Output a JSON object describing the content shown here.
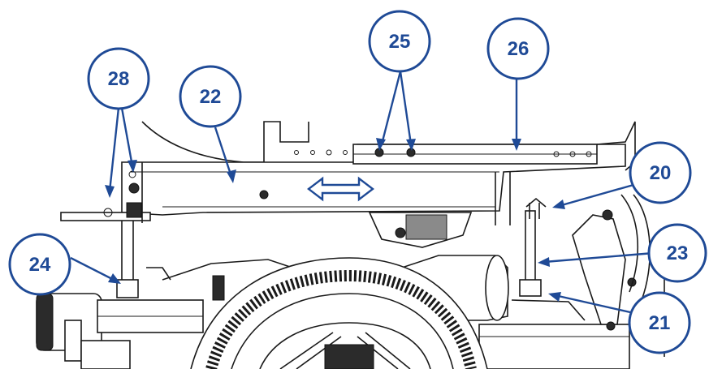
{
  "callouts": [
    {
      "id": "c28",
      "label": "28"
    },
    {
      "id": "c22",
      "label": "22"
    },
    {
      "id": "c25",
      "label": "25"
    },
    {
      "id": "c26",
      "label": "26"
    },
    {
      "id": "c20",
      "label": "20"
    },
    {
      "id": "c23",
      "label": "23"
    },
    {
      "id": "c24",
      "label": "24"
    },
    {
      "id": "c21",
      "label": "21"
    }
  ],
  "colors": {
    "callout": "#1f4a96",
    "drawing": "#1a1a1a",
    "background": "#ffffff"
  },
  "icons": {
    "adjust_arrow": "double-headed-arrow-icon"
  }
}
